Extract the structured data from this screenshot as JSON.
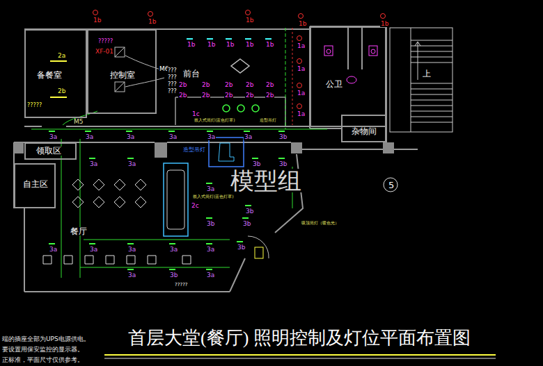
{
  "diagram": {
    "title": "首层大堂(餐厅) 照明控制及灯位平面布置图",
    "nodes": [
      {
        "text": [
          "备餐室"
        ]
      },
      {
        "text": [
          "控制室"
        ]
      },
      {
        "text": [
          "公卫"
        ]
      },
      {
        "text": [
          "杂物间"
        ]
      },
      {
        "text": [
          "领取区"
        ]
      },
      {
        "text": [
          "自主区"
        ]
      }
    ],
    "labels": [
      "模型组",
      "5",
      "1b",
      "1b",
      "1b",
      "1b",
      "1b",
      "1b",
      "1b",
      "1b",
      "1b",
      "1b",
      "1a",
      "1a",
      "1a",
      "1a",
      "2b",
      "2b",
      "2b",
      "2b",
      "2b",
      "2b",
      "2b",
      "2b",
      "2b",
      "2b",
      "2a",
      "2b",
      "1c",
      "M5",
      "M6",
      "XF-01",
      "?????",
      "?????",
      "???",
      "???",
      "???",
      "???",
      "嵌入式筒灯(蓝色灯罩)",
      "造型吊灯",
      "3a",
      "3a",
      "3a",
      "3a",
      "3a",
      "3a",
      "3b",
      "造型吊灯",
      "3a",
      "3a",
      "3b",
      "3b",
      "3a",
      "3b",
      "嵌入式筒灯(蓝色灯罩)",
      "2c",
      "3b",
      "3b",
      "吸顶筒灯（暖色光）",
      "3a",
      "3a",
      "3a",
      "3a",
      "3a",
      "3b",
      "3a",
      "3b",
      "3a",
      "?????",
      "前台",
      "餐厅",
      "上",
      "端的插座全部为UPS电源供电。",
      "要设置用保安监控的显示器。",
      "正标准，平面尺寸仅供参考。"
    ]
  }
}
